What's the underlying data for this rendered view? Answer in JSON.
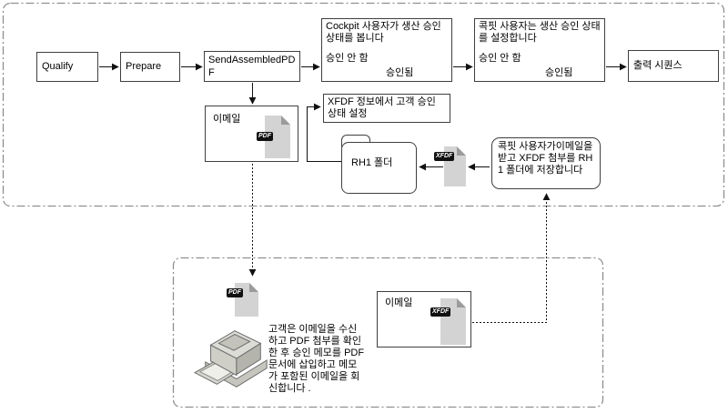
{
  "diagram": {
    "process": {
      "qualify": "Qualify",
      "prepare": "Prepare",
      "send_assembled_pdf": "SendAssembledPDF",
      "output_sequence": "출력 시퀀스"
    },
    "cockpit_view": {
      "title": "Cockpit 사용자가 생산 승인 상태를 봅니다",
      "not_approved": "승인 안 함",
      "approved": "승인됨"
    },
    "cockpit_set": {
      "title": "콕핏 사용자는 생산 승인 상태를 설정합니다",
      "not_approved": "승인 안 함",
      "approved": "승인됨"
    },
    "email_pdf": {
      "label": "이메일",
      "attachment_type": "PDF"
    },
    "xfdf_info": {
      "text": "XFDF 정보에서 고객 승인 상태 설정"
    },
    "rh1_folder": {
      "label": "RH1 폴더"
    },
    "xfdf_attachment": {
      "type": "XFDF"
    },
    "cockpit_save": {
      "text": "콕핏 사용자가이메일을 받고 XFDF 첨부를 RH1 폴더에 저장합니다"
    },
    "customer": {
      "pdf_attachment": {
        "type": "PDF"
      },
      "note": "고객은 이메일을 수신하고 PDF 첨부를 확인한 후 승인 메모를 PDF 문서에 삽입하고 메모가 포함된 이메일을 회신합니다 .",
      "email_xfdf": {
        "label": "이메일",
        "attachment_type": "XFDF"
      }
    },
    "colors": {
      "box_border": "#3f3f3f",
      "container_border": "#8f8f8f",
      "doc_page_fill": "#d3d3d3",
      "doc_fold_fill": "#9b9b9b",
      "doc_label_bg": "#111111"
    }
  }
}
